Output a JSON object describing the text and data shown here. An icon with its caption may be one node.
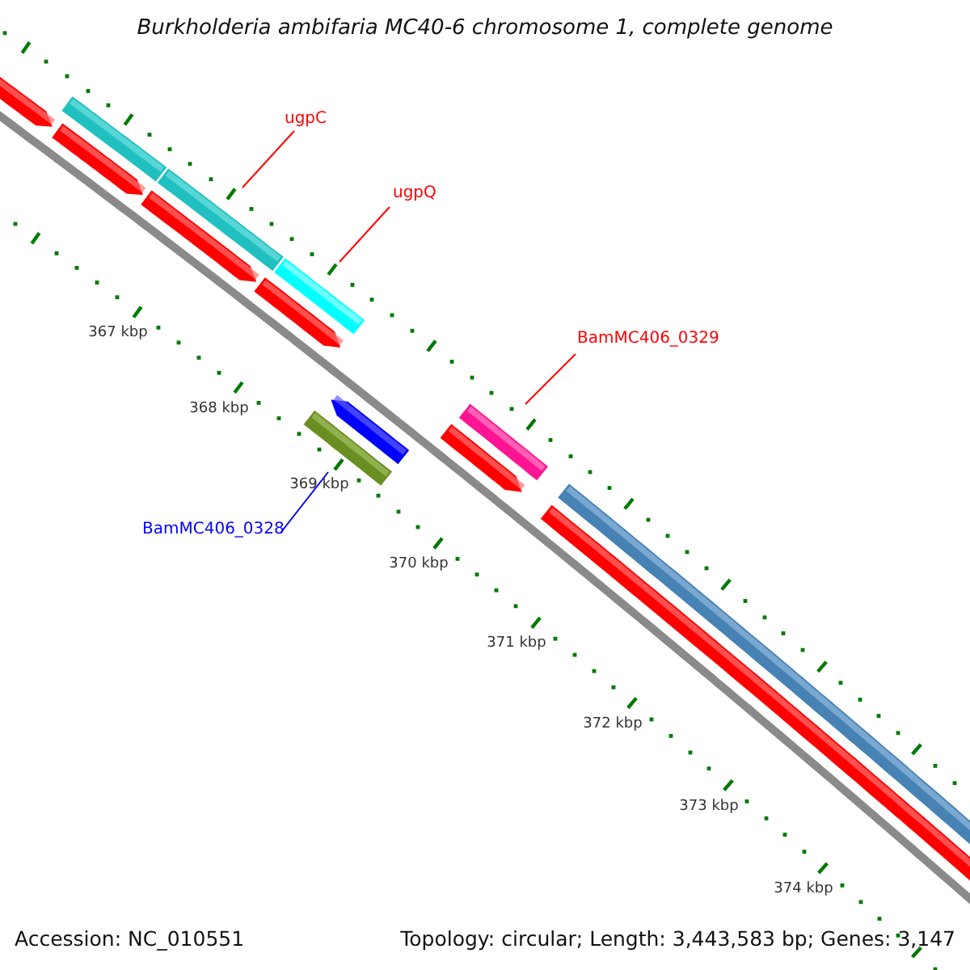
{
  "diagram": {
    "title": "Burkholderia ambifaria MC40-6 chromosome 1, complete genome",
    "nodes": [
      {
        "text": [
          "ugpC"
        ]
      },
      {
        "text": [],
        "shape": "bar"
      },
      {
        "text": [
          "ugpQ"
        ]
      },
      {
        "text": [],
        "shape": "bar"
      },
      {
        "text": [
          "BamMC406_0329"
        ]
      },
      {
        "text": [],
        "shape": "bar"
      },
      {
        "text": [
          "BamMC406_0328"
        ]
      },
      {
        "text": [],
        "shape": "bar"
      }
    ],
    "edges": [
      {
        "from": 0,
        "to": 1,
        "arrow": "none"
      },
      {
        "from": 2,
        "to": 3,
        "arrow": "none"
      },
      {
        "from": 4,
        "to": 5,
        "arrow": "none"
      },
      {
        "from": 6,
        "to": 7,
        "arrow": "none",
        "color": "#0000ff"
      }
    ],
    "labels": [
      "367 kbp",
      "368 kbp",
      "369 kbp",
      "370 kbp",
      "371 kbp",
      "372 kbp",
      "373 kbp",
      "374 kbp",
      "Accession: NC_010551",
      "Topology: circular; Length: 3,443,583 bp; Genes: 3,147"
    ]
  }
}
